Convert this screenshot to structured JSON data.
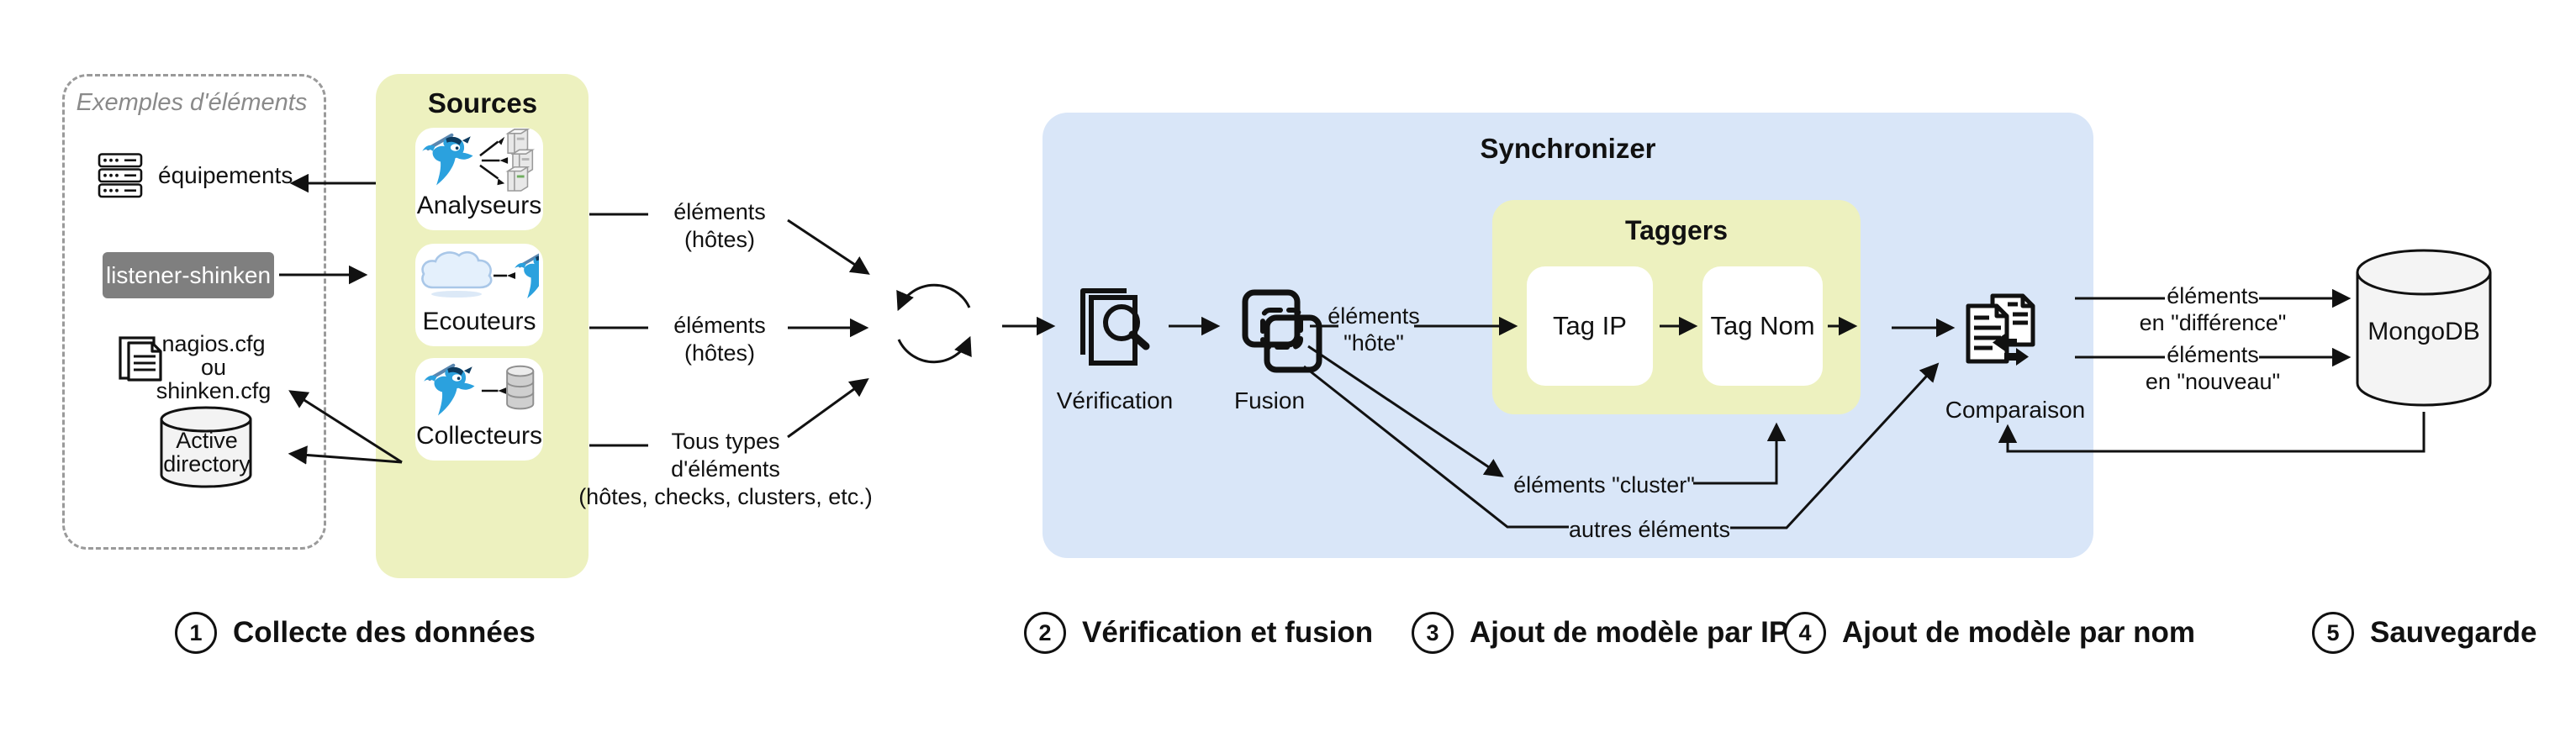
{
  "colors": {
    "yellow_box": "#edf1bf",
    "blue_box": "#d9e6f8",
    "badge_gray": "#7f7f7f",
    "shinken_blue": "#2ba1de",
    "cylinder_gray": "#f3f3f3"
  },
  "examples_panel": {
    "title": "Exemples d'éléments",
    "equipements_label": "équipements",
    "listener_label": "listener-shinken",
    "config_label": "nagios.cfg\nou\nshinken.cfg",
    "active_directory_label": "Active\ndirectory"
  },
  "sources": {
    "title": "Sources",
    "cards": [
      {
        "label": "Analyseurs"
      },
      {
        "label": "Ecouteurs"
      },
      {
        "label": "Collecteurs"
      }
    ]
  },
  "flows": {
    "flow1": "éléments\n(hôtes)",
    "flow2": "éléments\n(hôtes)",
    "flow3": "Tous types\nd'éléments\n(hôtes, checks, clusters, etc.)"
  },
  "synchronizer": {
    "title": "Synchronizer",
    "verification_label": "Vérification",
    "fusion_label": "Fusion",
    "elements_hote_label": "éléments\n\"hôte\"",
    "taggers": {
      "title": "Taggers",
      "tag_ip_label": "Tag IP",
      "tag_nom_label": "Tag Nom"
    },
    "elements_cluster_label": "éléments \"cluster\"",
    "autres_elements_label": "autres éléments",
    "comparaison_label": "Comparaison"
  },
  "outputs": {
    "difference_label": "éléments\nen \"différence\"",
    "nouveau_label": "éléments\nen \"nouveau\"",
    "mongodb_label": "MongoDB"
  },
  "steps": [
    {
      "num": "1",
      "label": "Collecte des données"
    },
    {
      "num": "2",
      "label": "Vérification et fusion"
    },
    {
      "num": "3",
      "label": "Ajout de modèle par IP"
    },
    {
      "num": "4",
      "label": "Ajout de modèle par nom"
    },
    {
      "num": "5",
      "label": "Sauvegarde"
    }
  ]
}
